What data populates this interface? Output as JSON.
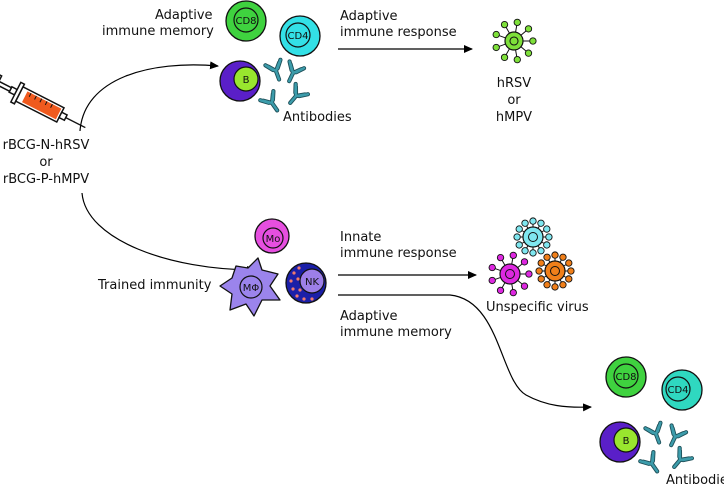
{
  "vaccine": {
    "line1": "rBCG-N-hRSV",
    "line2": "or",
    "line3": "rBCG-P-hMPV"
  },
  "top": {
    "memory_line1": "Adaptive",
    "memory_line2": "immune memory",
    "response_line1": "Adaptive",
    "response_line2": "immune response",
    "cd8": "CD8",
    "cd4": "CD4",
    "b": "B",
    "antibodies": "Antibodies",
    "virus_line1": "hRSV",
    "virus_line2": "or",
    "virus_line3": "hMPV"
  },
  "bottom": {
    "trained": "Trained immunity",
    "mo": "Mo",
    "mphi": "MΦ",
    "nk": "NK",
    "innate_line1": "Innate",
    "innate_line2": "immune response",
    "unspecific": "Unspecific virus",
    "memory_line1": "Adaptive",
    "memory_line2": "immune memory",
    "cd8": "CD8",
    "cd4": "CD4",
    "b": "B",
    "antibodies": "Antibodies"
  },
  "colors": {
    "cd8": "#3fd23f",
    "cd4": "#33e0e6",
    "b_outer": "#5a1fc8",
    "b_inner": "#99e62e",
    "antibody": "#3c9cab",
    "mo": "#e64fe0",
    "mphi": "#9b84ec",
    "nk_outer": "#1b1fa8",
    "nk_inner": "#9d7fe8",
    "hrsv_virus": "#7ee03a",
    "virus_cyan": "#7fe7f0",
    "virus_magenta": "#dd28e0",
    "virus_orange": "#f07f1a",
    "syringe_fluid": "#f05a1e"
  }
}
